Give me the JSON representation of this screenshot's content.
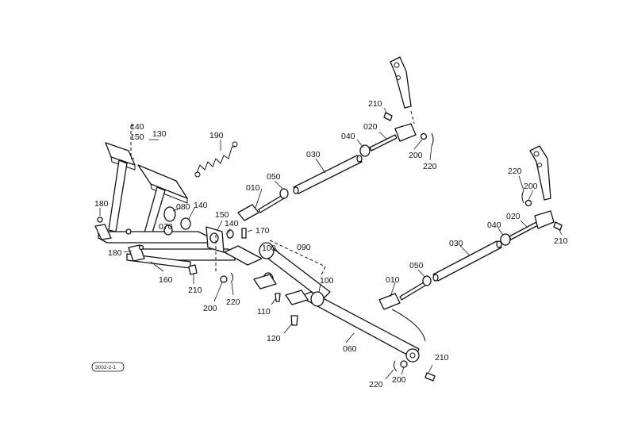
{
  "labels": {
    "l140a": "140",
    "l150a": "150",
    "l130": "130",
    "l190": "190",
    "l180a": "180",
    "l080": "080",
    "l140b": "140",
    "l070": "070",
    "l150b": "150",
    "l140c": "140",
    "l170": "170",
    "l180b": "180",
    "l160": "160",
    "l210a": "210",
    "l200a": "200",
    "l220a": "220",
    "l010a": "010",
    "l050a": "050",
    "l030a": "030",
    "l040a": "040",
    "l020a": "020",
    "l210b": "210",
    "l200b": "200",
    "l220b": "220",
    "l090": "090",
    "l100a": "100",
    "l100b": "100",
    "l110": "110",
    "l120": "120",
    "l060": "060",
    "l220c": "220",
    "l200c": "200",
    "l210c": "210",
    "l220d": "220",
    "l200d": "200",
    "l040b": "040",
    "l020b": "020",
    "l210d": "210",
    "l030b": "030",
    "l050b": "050",
    "l010b": "010"
  },
  "ref_code": "3002-2-1"
}
